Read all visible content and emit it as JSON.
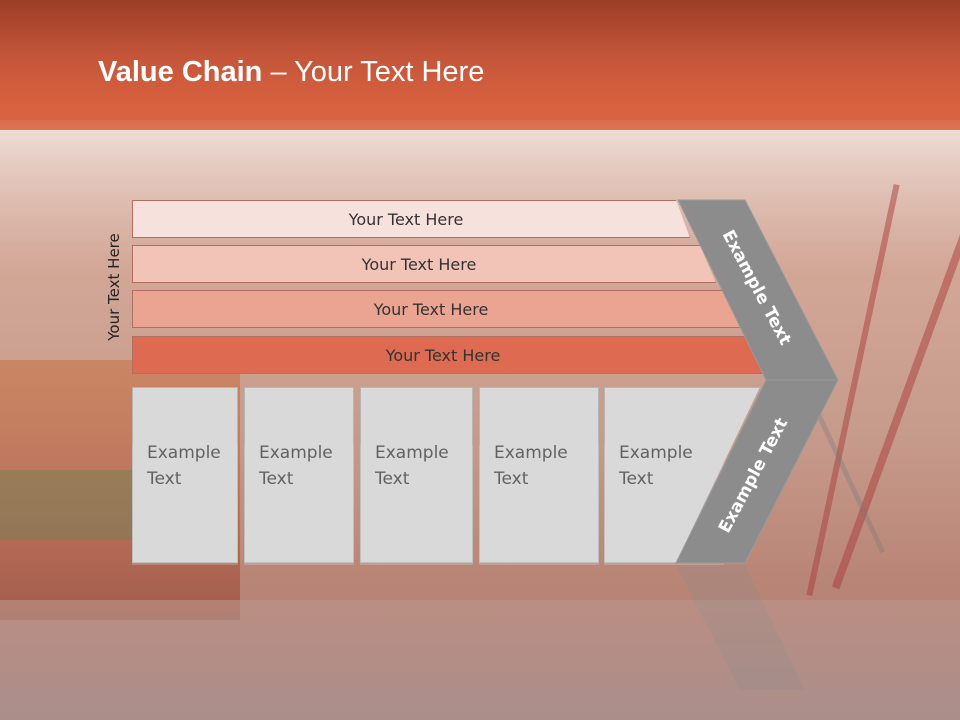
{
  "title": {
    "bold": "Value Chain",
    "rest": " – Your Text Here"
  },
  "side_label": "Your Text Here",
  "bars": [
    {
      "label": "Your Text Here",
      "color": "#f7e1dc"
    },
    {
      "label": "Your Text Here",
      "color": "#f2c3b7"
    },
    {
      "label": "Your Text Here",
      "color": "#eaa491"
    },
    {
      "label": "Your Text Here",
      "color": "#de6a52"
    }
  ],
  "boxes": [
    {
      "line1": "Example",
      "line2": "Text"
    },
    {
      "line1": "Example",
      "line2": "Text"
    },
    {
      "line1": "Example",
      "line2": "Text"
    },
    {
      "line1": "Example",
      "line2": "Text"
    },
    {
      "line1": "Example",
      "line2": "Text"
    }
  ],
  "chevron_top_label": "Example Text",
  "chevron_bottom_label": "Example Text",
  "colors": {
    "chevron": "#8c8c8c",
    "box": "#d9d9d9",
    "banner": "#c5563a"
  }
}
